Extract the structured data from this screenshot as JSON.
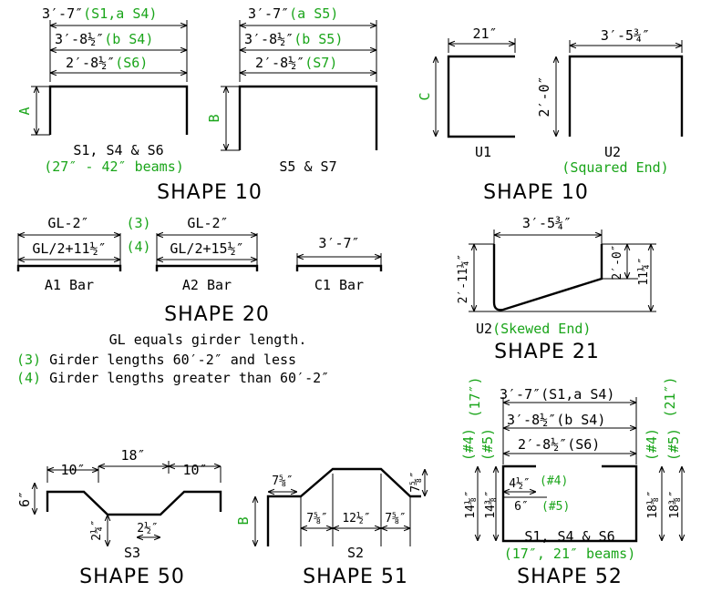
{
  "colors": {
    "line": "#000000",
    "green": "#1aa51a",
    "background": "#ffffff"
  },
  "shapes": {
    "s10a": {
      "dim_top_a": "3′-7″",
      "dim_top_a_note": "(S1,a S4)",
      "dim_top_b": "3′-8½″",
      "dim_top_b_note": "(b S4)",
      "dim_top_c": "2′-8½″",
      "dim_top_c_note": "(S6)",
      "side_label": "A",
      "caption": "S1, S4 & S6",
      "caption_note": "(27″ - 42″ beams)"
    },
    "s10b": {
      "dim_top_a": "3′-7″",
      "dim_top_a_note": "(a S5)",
      "dim_top_b": "3′-8½″",
      "dim_top_b_note": "(b S5)",
      "dim_top_c": "2′-8½″",
      "dim_top_c_note": "(S7)",
      "side_label": "B",
      "caption": "S5 & S7"
    },
    "s10_title": "SHAPE 10",
    "u1": {
      "width": "21″",
      "side_label": "C",
      "caption": "U1"
    },
    "u2": {
      "width": "3′-5¾″",
      "height": "2′-0″",
      "caption": "U2",
      "caption_note": "(Squared End)"
    },
    "s10r_title": "SHAPE 10",
    "s20": {
      "a1_top": "GL-2″",
      "a1_bottom": "GL/2+11½″",
      "a1_caption": "A1 Bar",
      "mark3": "(3)",
      "mark4": "(4)",
      "a2_top": "GL-2″",
      "a2_bottom": "GL/2+15½″",
      "a2_caption": "A2 Bar",
      "c1_top": "3′-7″",
      "c1_caption": "C1 Bar",
      "title": "SHAPE 20"
    },
    "notes": {
      "gl": "GL equals girder length.",
      "n3_mark": "(3)",
      "n3_text": "Girder lengths 60′-2″ and less",
      "n4_mark": "(4)",
      "n4_text": "Girder lengths greater than 60′-2″"
    },
    "s21": {
      "width": "3′-5¾″",
      "left_height": "2′-11¼″",
      "right_a": "2′-0″",
      "right_b": "11¼″",
      "caption": "U2",
      "caption_note": "(Skewed End)",
      "title": "SHAPE 21"
    },
    "s52": {
      "dim_a": "3′-7″",
      "dim_a_note": "(S1,a S4)",
      "dim_b": "3′-8½″",
      "dim_b_note": "(b S4)",
      "dim_c": "2′-8½″",
      "dim_c_note": "(S6)",
      "left_17": "(17″)",
      "left_n4": "(#4)",
      "left_n5": "(#5)",
      "left_h4": "14⅛″",
      "left_h5": "14⅜″",
      "right_21": "(21″)",
      "right_n4": "(#4)",
      "right_n5": "(#5)",
      "right_h4": "18⅛″",
      "right_h5": "18⅜″",
      "hook4": "4½″",
      "hook4_note": "(#4)",
      "hook5": "6″",
      "hook5_note": "(#5)",
      "caption": "S1, S4 & S6",
      "caption_note": "(17″, 21″ beams)",
      "title": "SHAPE 52"
    },
    "s50": {
      "top_left": "10″",
      "top_mid": "18″",
      "top_right": "10″",
      "height": "6″",
      "rise": "2¼″",
      "drop": "2½″",
      "caption": "S3",
      "title": "SHAPE 50"
    },
    "s51": {
      "flange": "7⅝″",
      "right_slope": "7⅝″",
      "seg_a": "7⅝″",
      "seg_b": "12½″",
      "seg_c": "7⅝″",
      "side_label": "B",
      "caption": "S2",
      "title": "SHAPE 51"
    }
  }
}
